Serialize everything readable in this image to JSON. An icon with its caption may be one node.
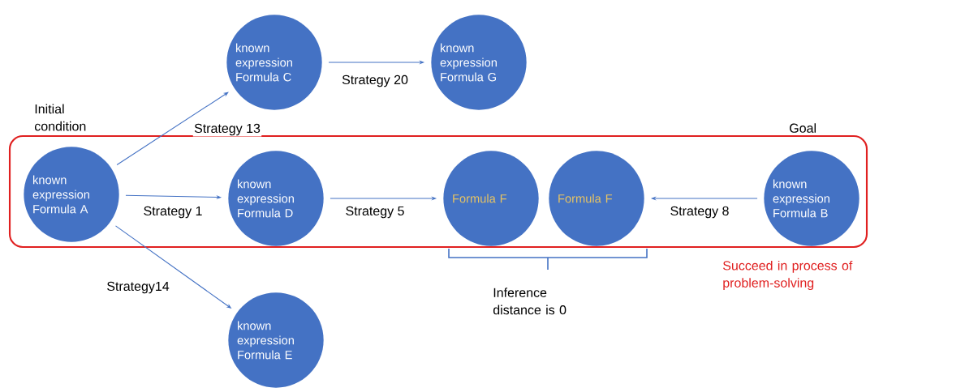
{
  "diagram": {
    "nodes": [
      {
        "text": [],
        "shape": "box",
        "beside": [
          "Succeed in process of problem-solving"
        ]
      },
      {
        "text": [
          "known expression Formula A"
        ],
        "in": 0,
        "beside": [
          "Initial condition"
        ]
      },
      {
        "text": [
          "known expression Formula D"
        ],
        "in": 0
      },
      {
        "text": [
          "Formula F"
        ],
        "in": 0
      },
      {
        "text": [
          "Formula F"
        ],
        "in": 0
      },
      {
        "text": [
          "known expression Formula B"
        ],
        "in": 0,
        "beside": [
          "Goal"
        ]
      },
      {
        "text": [
          "known expression Formula C"
        ]
      },
      {
        "text": [
          "known expression Formula G"
        ]
      },
      {
        "text": [
          "known expression Formula E"
        ]
      }
    ],
    "edges": [
      {
        "from": 1,
        "to": 6,
        "arrow": "to",
        "label": "Strategy 13"
      },
      {
        "from": 6,
        "to": 7,
        "arrow": "to",
        "label": "Strategy 20"
      },
      {
        "from": 1,
        "to": 2,
        "arrow": "to",
        "label": "Strategy 1"
      },
      {
        "from": 2,
        "to": 3,
        "arrow": "to",
        "label": "Strategy 5"
      },
      {
        "from": 5,
        "to": 4,
        "arrow": "to",
        "label": "Strategy 8"
      },
      {
        "from": 1,
        "to": 8,
        "arrow": "to",
        "label": "Strategy14"
      }
    ],
    "labels": [
      "Inference distance is 0"
    ]
  }
}
